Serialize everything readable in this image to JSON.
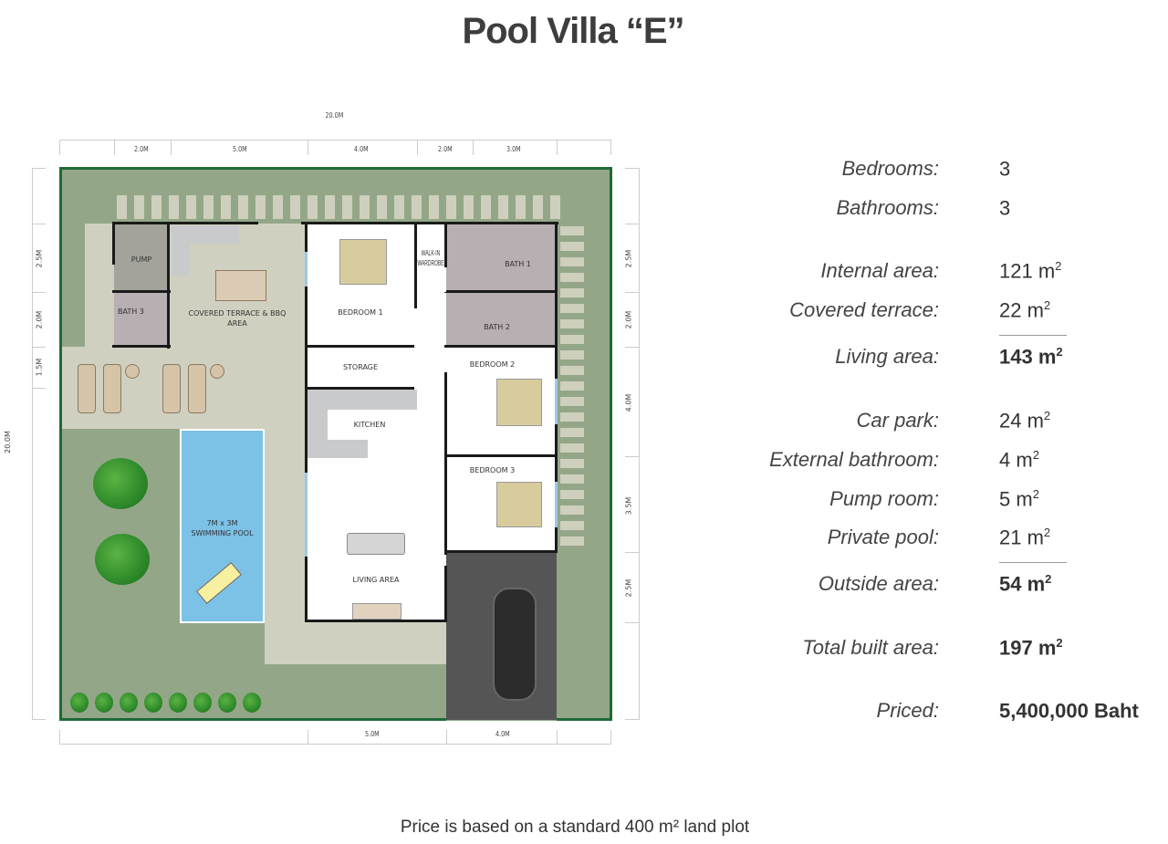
{
  "title": "Pool Villa “E”",
  "plan": {
    "overall_width": "20.0M",
    "overall_depth": "20.0M",
    "top_dims": [
      "2.0M",
      "5.0M",
      "4.0M",
      "2.0M",
      "3.0M"
    ],
    "left_dims": [
      "2.5M",
      "2.0M",
      "1.5M"
    ],
    "right_dims": [
      "2.5M",
      "2.0M",
      "4.0M",
      "3.5M",
      "2.5M"
    ],
    "bottom_dims": [
      "5.0M",
      "4.0M"
    ],
    "rooms": {
      "pump": "PUMP",
      "bath3": "BATH 3",
      "terrace": "COVERED TERRACE & BBQ AREA",
      "bedroom1": "BEDROOM 1",
      "wardrobe": "WALK-IN WARDROBE",
      "bath1": "BATH 1",
      "bath2": "BATH 2",
      "storage": "STORAGE",
      "bedroom2": "BEDROOM 2",
      "kitchen": "KITCHEN",
      "bedroom3": "BEDROOM 3",
      "pool": "7M x 3M SWIMMING POOL",
      "living": "LIVING AREA"
    },
    "colors": {
      "grass": "#93a788",
      "border": "#1e6b35",
      "paving": "#d0d0c0",
      "bath": "#b8afb2",
      "pump": "#a3a39b",
      "pool": "#7cc1e6",
      "carpark": "#555555"
    }
  },
  "stats": [
    {
      "label": "Bedrooms:",
      "value": "3",
      "unit": ""
    },
    {
      "label": "Bathrooms:",
      "value": "3",
      "unit": ""
    },
    {
      "label": "Internal area:",
      "value": "121 m",
      "unit": "2"
    },
    {
      "label": "Covered terrace:",
      "value": "22 m",
      "unit": "2"
    },
    {
      "label": "Living area:",
      "value": "143 m",
      "unit": "2"
    },
    {
      "label": "Car park:",
      "value": "24 m",
      "unit": "2"
    },
    {
      "label": "External bathroom:",
      "value": "4 m",
      "unit": "2"
    },
    {
      "label": "Pump room:",
      "value": "5 m",
      "unit": "2"
    },
    {
      "label": "Private pool:",
      "value": "21 m",
      "unit": "2"
    },
    {
      "label": "Outside area:",
      "value": "54 m",
      "unit": "2"
    },
    {
      "label": "Total built area:",
      "value": "197 m",
      "unit": "2"
    },
    {
      "label": "Priced:",
      "value": "5,400,000 Baht",
      "unit": ""
    }
  ],
  "footer": "Price is based on a standard 400 m² land plot"
}
